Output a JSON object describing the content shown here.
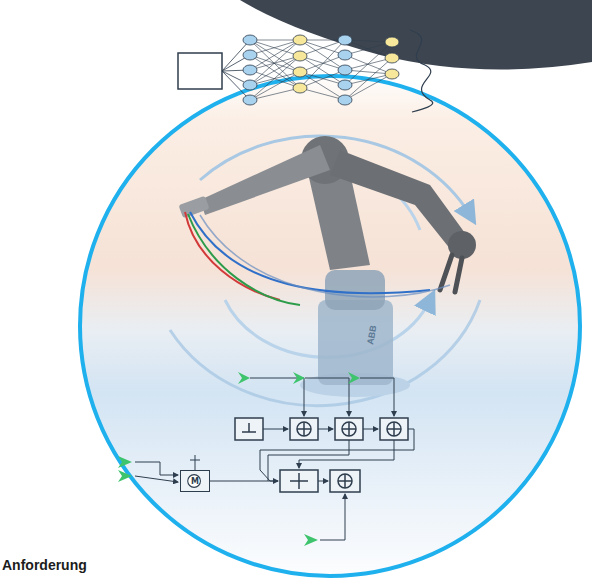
{
  "diagram": {
    "nodes": [
      {
        "text": [
          "M"
        ]
      }
    ],
    "labels": [
      "Anforderung",
      "ABB"
    ]
  }
}
